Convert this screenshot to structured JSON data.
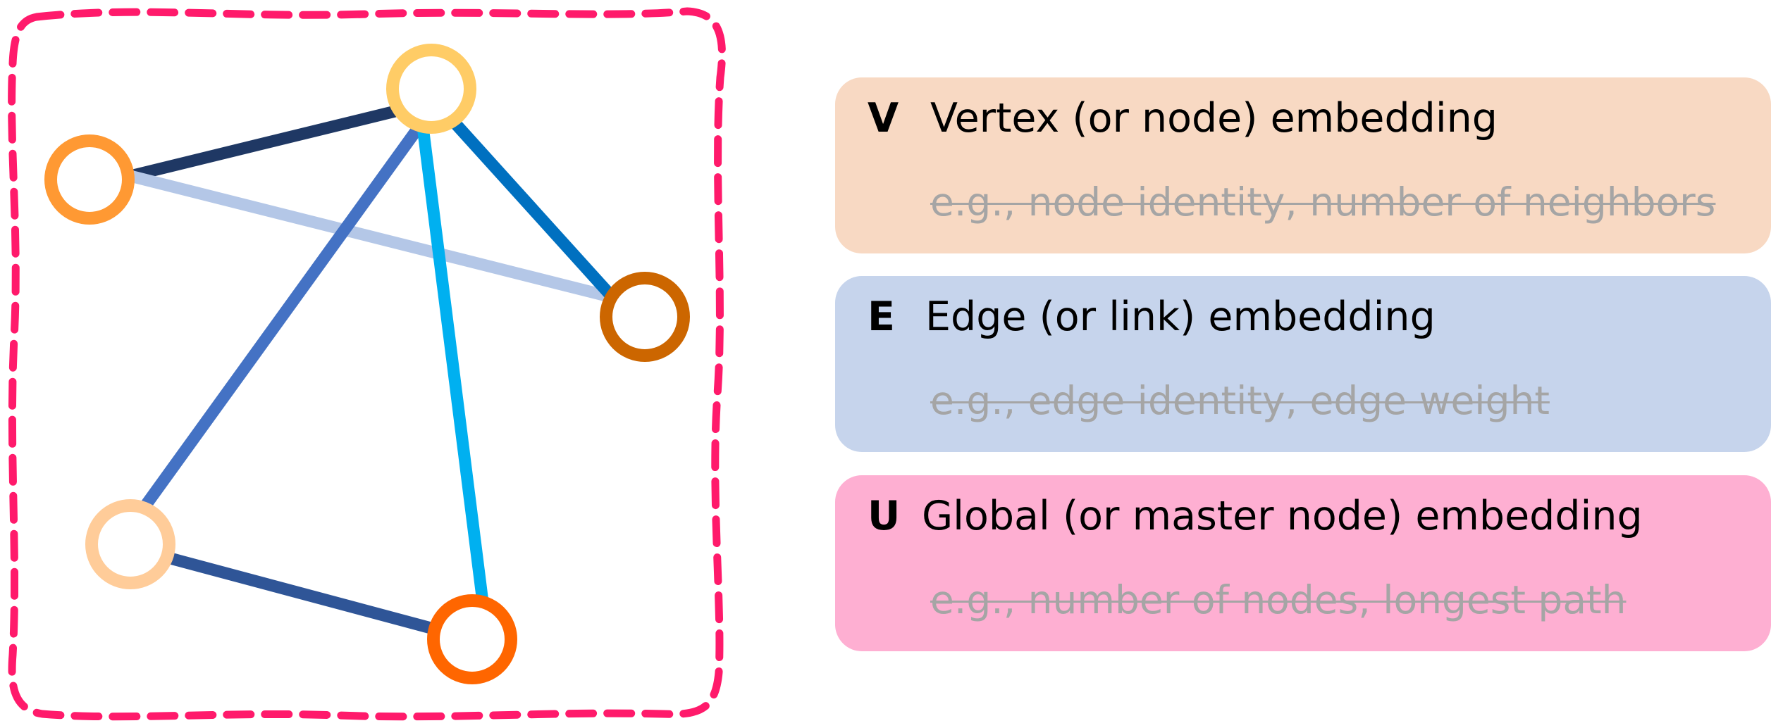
{
  "colors": {
    "frame": "#ff1a6b",
    "vertex_card": "#f8d9c3",
    "edge_card": "#c6d4ec",
    "global_card": "#feafd2",
    "example_text": "#a5a5a5"
  },
  "nodes": [
    {
      "id": "top",
      "color": "#ffcc66"
    },
    {
      "id": "left",
      "color": "#ff9933"
    },
    {
      "id": "right",
      "color": "#cc6600"
    },
    {
      "id": "bottom-left",
      "color": "#ffcc99"
    },
    {
      "id": "bottom",
      "color": "#ff6600"
    }
  ],
  "edges": [
    {
      "from": "left",
      "to": "top",
      "color": "#1f3864"
    },
    {
      "from": "left",
      "to": "right",
      "color": "#b4c7e7"
    },
    {
      "from": "top",
      "to": "right",
      "color": "#0070c0"
    },
    {
      "from": "top",
      "to": "bottom-left",
      "color": "#4472c4"
    },
    {
      "from": "top",
      "to": "bottom",
      "color": "#00b0f0"
    },
    {
      "from": "bottom-left",
      "to": "bottom",
      "color": "#2f5597"
    }
  ],
  "legend": {
    "vertex": {
      "letter": "V",
      "title": "Vertex (or node) embedding",
      "example": "e.g., node identity, number of neighbors"
    },
    "edge": {
      "letter": "E",
      "title": "Edge (or link) embedding",
      "example": "e.g., edge identity, edge weight"
    },
    "global": {
      "letter": "U",
      "title": "Global (or master node) embedding",
      "example": "e.g., number of nodes, longest path"
    }
  }
}
